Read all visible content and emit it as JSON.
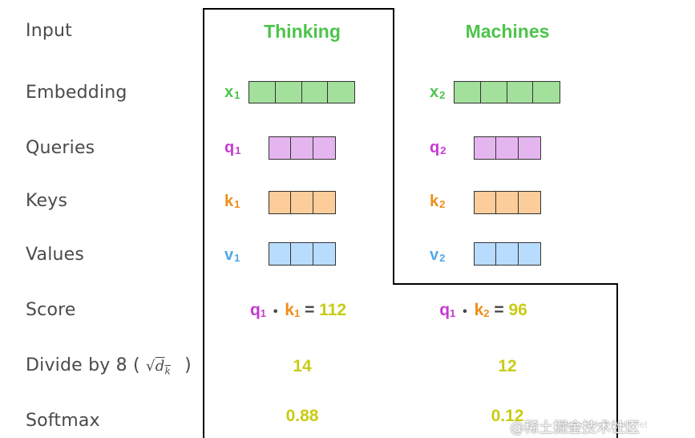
{
  "rows": {
    "input": "Input",
    "embedding": "Embedding",
    "queries": "Queries",
    "keys": "Keys",
    "values": "Values",
    "score": "Score",
    "divide_prefix": "Divide by 8 (",
    "divide_sqrt_base": "d",
    "divide_sqrt_sub": "k",
    "divide_suffix": ")",
    "softmax": "Softmax"
  },
  "words": [
    {
      "text": "Thinking",
      "x_label": "x",
      "x_sub": "1",
      "q_label": "q",
      "q_sub": "1",
      "k_label": "k",
      "k_sub": "1",
      "v_label": "v",
      "v_sub": "1",
      "score": {
        "q": "q",
        "q_sub": "1",
        "dot": "•",
        "k": "k",
        "k_sub": "1",
        "eq": "=",
        "value": "112"
      },
      "divided": "14",
      "softmax": "0.88"
    },
    {
      "text": "Machines",
      "x_label": "x",
      "x_sub": "2",
      "q_label": "q",
      "q_sub": "2",
      "k_label": "k",
      "k_sub": "2",
      "v_label": "v",
      "v_sub": "2",
      "score": {
        "q": "q",
        "q_sub": "1",
        "dot": "•",
        "k": "k",
        "k_sub": "2",
        "eq": "=",
        "value": "96"
      },
      "divided": "12",
      "softmax": "0.12"
    }
  ],
  "vectors": {
    "embedding_cells": 4,
    "qkv_cells": 3
  },
  "colors": {
    "word": "#4cc44a",
    "embedding": "#a3e09b",
    "query": "#e4b5ef",
    "key": "#fccc9b",
    "value": "#b8dcfd",
    "x_label": "#4cc44a",
    "q_label": "#c43ad1",
    "k_label": "#f08d1b",
    "v_label": "#52a7e6",
    "number": "#c8cc13",
    "score_dot": "#444444"
  },
  "watermark": "@稀土掘金技术社区",
  "faint_url": "https://blog.csdn.net"
}
